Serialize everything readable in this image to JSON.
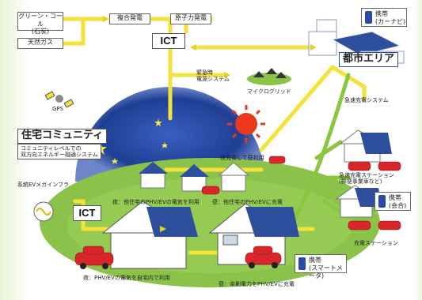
{
  "sources": {
    "green_coal": "グリーン・コール",
    "green_coal_sub": "(石炭)",
    "natural_gas": "天然ガス",
    "combined_cycle": "複合発電",
    "nuclear": "原子力発電"
  },
  "ict_label": "ICT",
  "urban_area": "都市エリア",
  "mobile_car_nav": {
    "line1": "携帯",
    "line2": "(カーナビ)"
  },
  "emergency_power": {
    "line1": "緊急時",
    "line2": "電源システム"
  },
  "microgrid": "マイクログリッド",
  "rapid_charge": "急速充電システム",
  "gps": "GPS",
  "residential": {
    "title": "住宅コミュニティ",
    "desc_line1": "コミュニティレベルでの",
    "desc_line2": "双方向エネルギー融通システム"
  },
  "grid_infra": "系統EVメガインフラ",
  "night_charge": "夜充電して昼利用",
  "fast_station": {
    "line1": "急速充電ステーション",
    "line2": "(郵便事業車など)"
  },
  "mobile_meeting": {
    "line1": "携帯",
    "line2": "(会合)"
  },
  "charge_station": "充電ステーション",
  "mobile_smart_meter": {
    "line1": "携帯",
    "line2": "(スマートメータ)"
  },
  "captions": {
    "night_other_home": "夜：他住宅のPHV/EVの電気を利用",
    "day_other_home": "昼：他住宅のPHV/EVに充電",
    "night_own_home": "夜：PHV/EVの電気を自宅内で利用",
    "day_surplus": "昼：余剰電力をPHV/EVに充電"
  },
  "colors": {
    "flow_arrow": "#f2e23a",
    "green_flow": "#8cc63f",
    "ground": "#8bc34a",
    "night_sky": "#1f3f94",
    "sun": "#e8381e",
    "moon": "#f5e64a",
    "car": "#d8262b",
    "solar_panel": "#2d4f9e"
  }
}
